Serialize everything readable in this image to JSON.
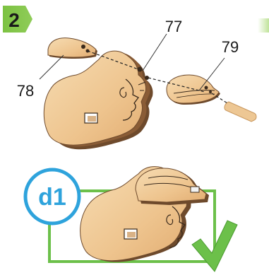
{
  "step": {
    "number": "2"
  },
  "parts": [
    {
      "label": "77"
    },
    {
      "label": "78"
    },
    {
      "label": "79"
    }
  ],
  "detail": {
    "label": "d1"
  },
  "colors": {
    "step_badge": "#7cc242",
    "wood_light": "#f1cf9e",
    "wood_mid": "#e2b37a",
    "wood_edge": "#6e4a2c",
    "detail_circle": "#2ea3dc",
    "detail_frame": "#6cc04a",
    "check": "#6cc04a",
    "leader": "#333333"
  }
}
